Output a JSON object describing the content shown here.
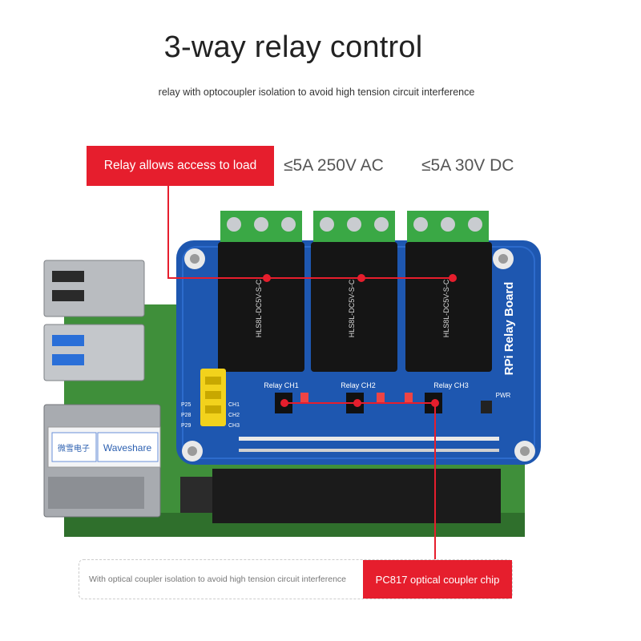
{
  "title": "3-way relay control",
  "subtitle": "relay with optocoupler isolation to avoid high tension circuit interference",
  "top_callout": {
    "label": "Relay allows access to load",
    "spec_ac": "≤5A 250V AC",
    "spec_dc": "≤5A 30V DC"
  },
  "bottom_callout": {
    "description": "With optical coupler isolation to avoid high tension circuit interference",
    "label": "PC817 optical coupler chip"
  },
  "board": {
    "name": "RPi Relay Board",
    "channels": [
      "Relay CH1",
      "Relay CH2",
      "Relay CH3"
    ],
    "relay_model": "HLS8L-DC5V-S-C",
    "pin_labels": [
      "P25",
      "P28",
      "P29"
    ],
    "channel_short": [
      "CH1",
      "CH2",
      "CH3"
    ],
    "pwr_label": "PWR",
    "brand": "Waveshare",
    "brand_cn": "微雪电子"
  },
  "colors": {
    "accent_red": "#e61e2d",
    "board_blue": "#1e57b0",
    "relay_black": "#151515",
    "terminal_green": "#3aa845",
    "pi_green": "#3f8f3a"
  }
}
